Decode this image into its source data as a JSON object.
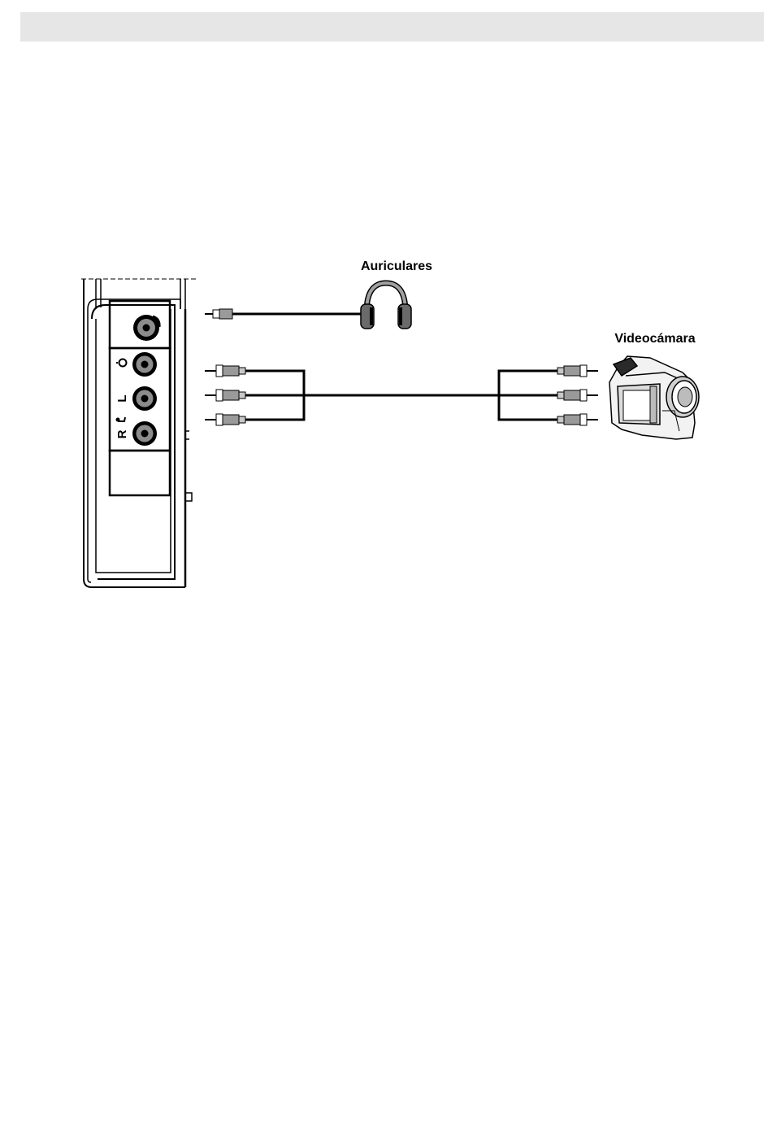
{
  "diagram": {
    "headphones_label": "Auriculares",
    "camcorder_label": "Videocámara",
    "panel_labels": {
      "left": "L",
      "right": "R"
    }
  },
  "colors": {
    "header": "#e6e6e6",
    "line": "#000000",
    "gray": "#8c8c8c"
  }
}
